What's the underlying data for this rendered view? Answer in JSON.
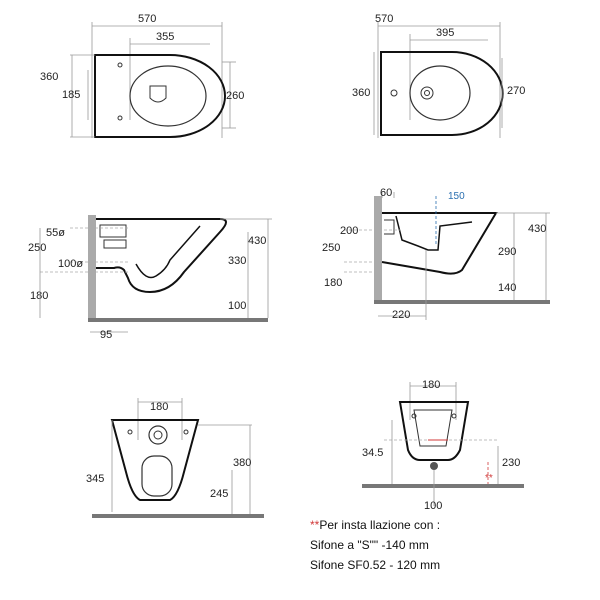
{
  "views": {
    "wc_top": {
      "d570": "570",
      "d355": "355",
      "d360": "360",
      "d185": "185",
      "d260": "260"
    },
    "bidet_top": {
      "d570": "570",
      "d395": "395",
      "d360": "360",
      "d270": "270"
    },
    "wc_side": {
      "d55": "55ø",
      "d250": "250",
      "d100": "100ø",
      "d180": "180",
      "d430": "430",
      "d330": "330",
      "d100b": "100",
      "d95": "95"
    },
    "bidet_side": {
      "d60": "60",
      "d150": "150",
      "d200": "200",
      "d250": "250",
      "d180": "180",
      "d430": "430",
      "d290": "290",
      "d140": "140",
      "d220": "220"
    },
    "wc_front": {
      "d180": "180",
      "d345": "345",
      "d380": "380",
      "d245": "245"
    },
    "bidet_front": {
      "d180": "180",
      "d345": "34.5",
      "d230": "230",
      "d100": "100",
      "mark": "**"
    }
  },
  "notes": {
    "marker": "**",
    "line1": "Per insta llazione con :",
    "line2": "Sifone a \"S\"\" -140 mm",
    "line3": "Sifone SF0.52 - 120 mm"
  }
}
